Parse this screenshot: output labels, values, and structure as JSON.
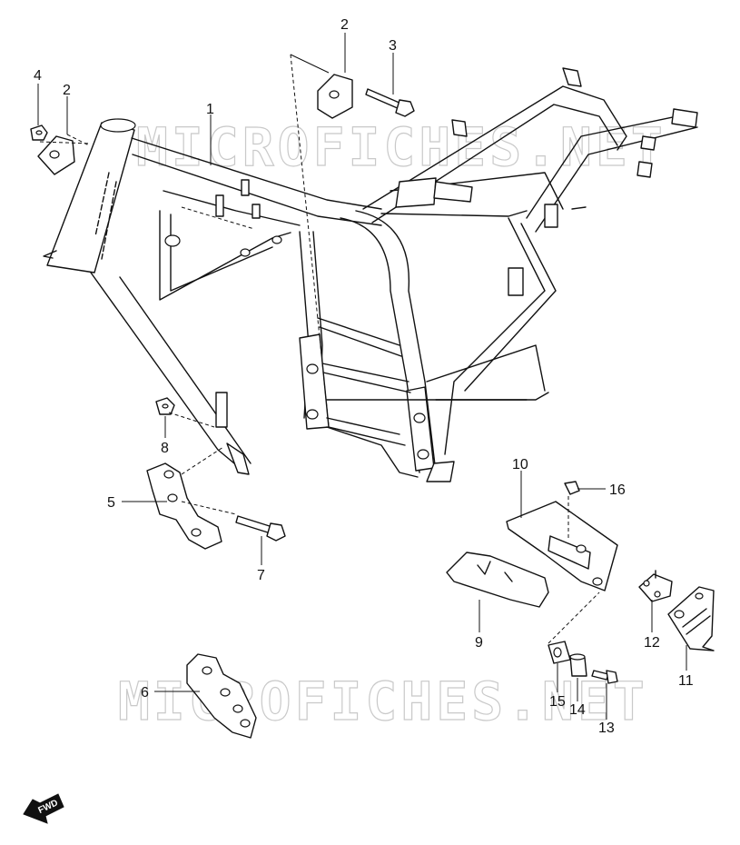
{
  "watermark": {
    "text": "MICROFICHES.NET"
  },
  "badge": {
    "label": "FWD"
  },
  "callouts": [
    "1",
    "2",
    "2",
    "3",
    "4",
    "5",
    "6",
    "7",
    "8",
    "9",
    "10",
    "11",
    "12",
    "13",
    "14",
    "15",
    "16"
  ],
  "parts": [
    {
      "id": "frame",
      "ref": "1"
    },
    {
      "id": "bracket",
      "ref": "2"
    },
    {
      "id": "bolt",
      "ref": "3"
    },
    {
      "id": "nut",
      "ref": "4"
    },
    {
      "id": "engine-mount-bracket-left",
      "ref": "5"
    },
    {
      "id": "engine-mount-bracket-right",
      "ref": "6"
    },
    {
      "id": "bolt",
      "ref": "7"
    },
    {
      "id": "nut",
      "ref": "8"
    },
    {
      "id": "cover",
      "ref": "9"
    },
    {
      "id": "cover",
      "ref": "10"
    },
    {
      "id": "plate",
      "ref": "11"
    },
    {
      "id": "plate",
      "ref": "12"
    },
    {
      "id": "bolt",
      "ref": "13"
    },
    {
      "id": "spacer",
      "ref": "14"
    },
    {
      "id": "cushion",
      "ref": "15"
    },
    {
      "id": "nut",
      "ref": "16"
    }
  ]
}
